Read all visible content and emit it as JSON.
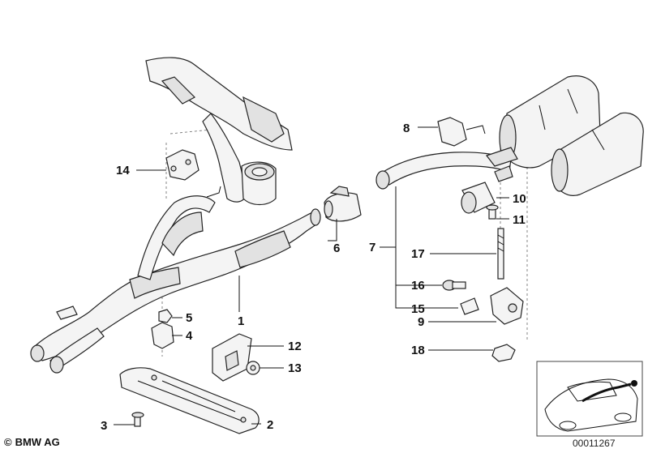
{
  "callouts": {
    "c1": "1",
    "c2": "2",
    "c3": "3",
    "c4": "4",
    "c5": "5",
    "c6": "6",
    "c7": "7",
    "c8": "8",
    "c9": "9",
    "c10": "10",
    "c11": "11",
    "c12": "12",
    "c13": "13",
    "c14": "14",
    "c15": "15",
    "c16": "16",
    "c17": "17",
    "c18": "18"
  },
  "footer": {
    "logo_symbol": "©",
    "brand": "BMW AG",
    "code": "00011267"
  }
}
